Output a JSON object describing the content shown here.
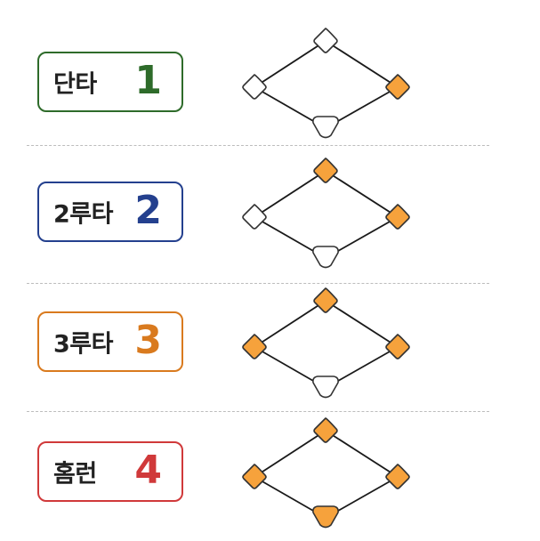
{
  "hits": [
    {
      "label": "단타",
      "number": "1",
      "color": "#2e6b2a",
      "bases": {
        "first": true,
        "second": false,
        "third": false,
        "home": false
      }
    },
    {
      "label": "2루타",
      "number": "2",
      "color": "#24408e",
      "bases": {
        "first": true,
        "second": true,
        "third": false,
        "home": false
      }
    },
    {
      "label": "3루타",
      "number": "3",
      "color": "#d97a1e",
      "bases": {
        "first": true,
        "second": true,
        "third": true,
        "home": false
      }
    },
    {
      "label": "홈런",
      "number": "4",
      "color": "#d0393a",
      "bases": {
        "first": true,
        "second": true,
        "third": true,
        "home": true
      }
    }
  ],
  "colors": {
    "base_filled": "#f6a23c",
    "base_empty": "#ffffff",
    "base_stroke": "#333333",
    "line": "#1a1a1a",
    "divider": "#bdbdbd"
  }
}
